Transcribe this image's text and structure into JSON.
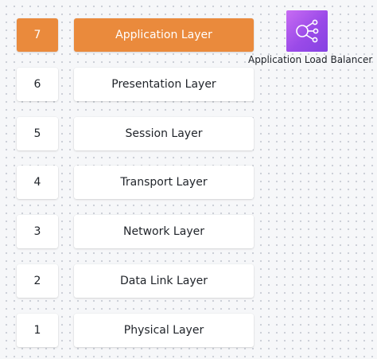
{
  "layers": [
    {
      "number": "7",
      "name": "Application Layer",
      "highlighted": true
    },
    {
      "number": "6",
      "name": "Presentation Layer",
      "highlighted": false
    },
    {
      "number": "5",
      "name": "Session Layer",
      "highlighted": false
    },
    {
      "number": "4",
      "name": "Transport Layer",
      "highlighted": false
    },
    {
      "number": "3",
      "name": "Network Layer",
      "highlighted": false
    },
    {
      "number": "2",
      "name": "Data Link Layer",
      "highlighted": false
    },
    {
      "number": "1",
      "name": "Physical Layer",
      "highlighted": false
    }
  ],
  "alb": {
    "label": "Application Load Balancer",
    "icon": "application-load-balancer-icon"
  },
  "colors": {
    "highlight": "#ea8a3c",
    "alb_icon": "#9a4ae8",
    "box": "#ffffff",
    "background": "#f6f7f9"
  }
}
